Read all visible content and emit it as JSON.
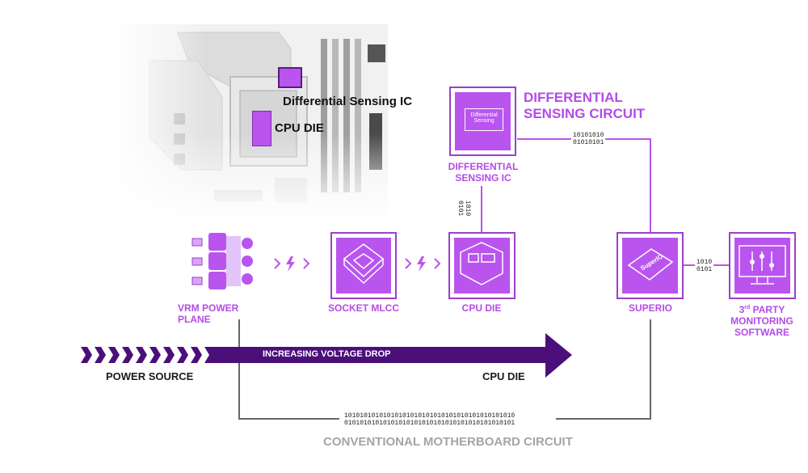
{
  "motherboard": {
    "ic_label": "Differential Sensing IC",
    "die_label": "CPU DIE"
  },
  "diff_circuit": {
    "title_line1": "DIFFERENTIAL",
    "title_line2": "SENSING CIRCUIT",
    "ic_chip_text_1": "Differential",
    "ic_chip_text_2": "Sensing",
    "ic_label_1": "DIFFERENTIAL",
    "ic_label_2": "SENSING IC",
    "bits_top_1": "10101010",
    "bits_top_2": "01010101",
    "bits_vertical_1": "1010",
    "bits_vertical_2": "0101"
  },
  "chain": {
    "vrm_label": "VRM POWER PLANE",
    "mlcc_label": "SOCKET MLCC",
    "cpu_label": "CPU DIE",
    "superio_label": "SUPERIO",
    "superio_chip_text": "SuperIO",
    "software_label_1": "3",
    "software_label_sup": "rd",
    "software_label_1b": " PARTY",
    "software_label_2": "MONITORING",
    "software_label_3": "SOFTWARE",
    "bits_right_1": "1010",
    "bits_right_2": "0101"
  },
  "voltage": {
    "arrow_text": "INCREASING VOLTAGE DROP",
    "left_label": "POWER SOURCE",
    "right_label": "CPU DIE"
  },
  "bottom": {
    "bits_1": "10101010101010101010101010101010101010101010",
    "bits_2": "01010101010101010101010101010101010101010101",
    "caption": "CONVENTIONAL MOTHERBOARD CIRCUIT"
  },
  "colors": {
    "purple": "#b955ee",
    "purple_dark": "#9b3fcf",
    "arrow": "#4b0f7a",
    "line": "#555555",
    "caption_gray": "#a5a5a5"
  }
}
